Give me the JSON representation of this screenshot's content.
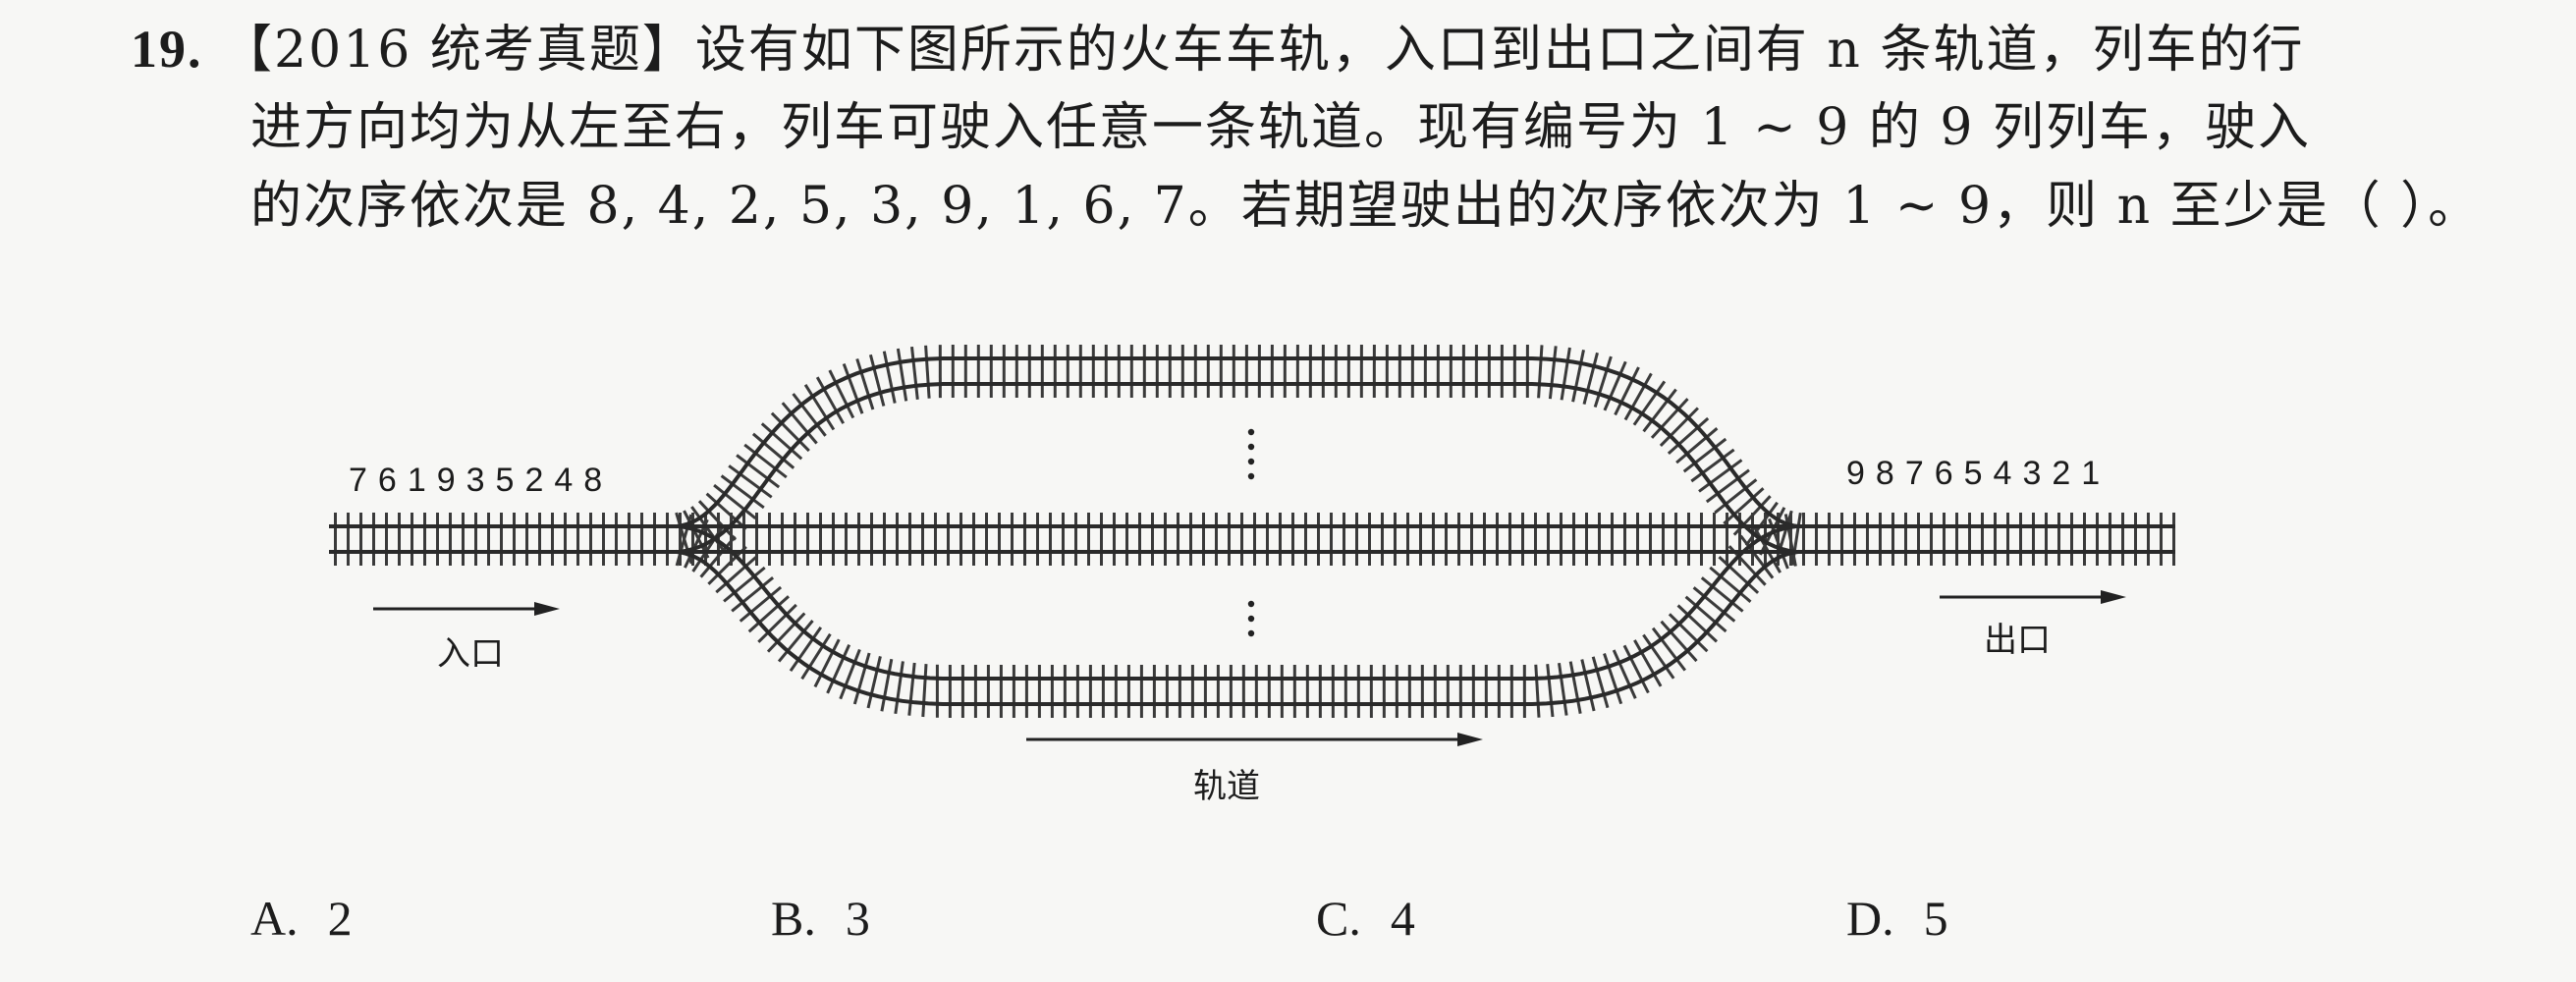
{
  "question": {
    "number": "19.",
    "line1": "【2016 统考真题】设有如下图所示的火车车轨，入口到出口之间有 n 条轨道，列车的行",
    "line2": "进方向均为从左至右，列车可驶入任意一条轨道。现有编号为 1 ~ 9 的 9 列列车，驶入",
    "line3": "的次序依次是 8, 4, 2, 5, 3, 9, 1, 6, 7。若期望驶出的次序依次为 1 ~ 9，则 n 至少是（   ）。"
  },
  "figure": {
    "entry_sequence": "761935248",
    "exit_sequence": "987654321",
    "entry_label": "入口",
    "exit_label": "出口",
    "track_label": "轨道"
  },
  "choices": [
    {
      "letter": "A.",
      "value": "2"
    },
    {
      "letter": "B.",
      "value": "3"
    },
    {
      "letter": "C.",
      "value": "4"
    },
    {
      "letter": "D.",
      "value": "5"
    }
  ]
}
